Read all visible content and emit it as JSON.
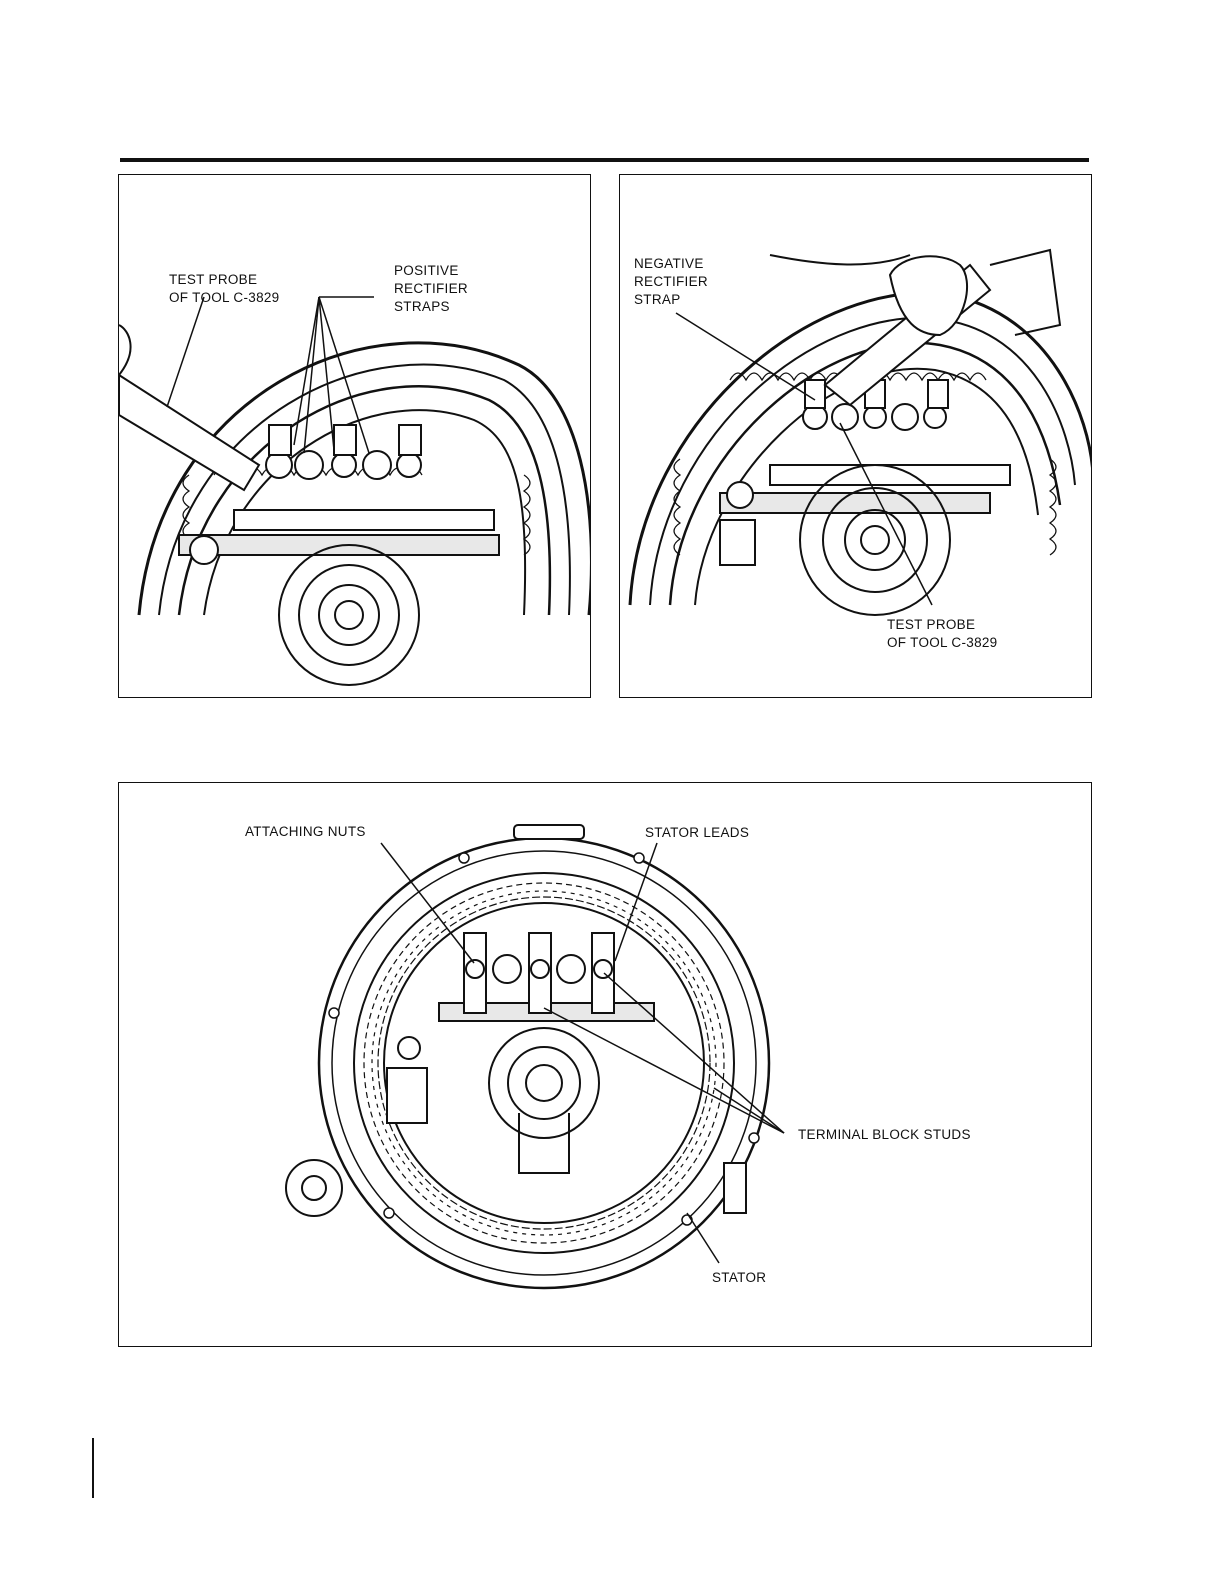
{
  "figures": [
    {
      "id": "positive-rectifier-test",
      "callouts": {
        "test_probe": [
          "TEST PROBE",
          "OF TOOL C-3829"
        ],
        "positive_straps": [
          "POSITIVE",
          "RECTIFIER",
          "STRAPS"
        ]
      }
    },
    {
      "id": "negative-rectifier-test",
      "callouts": {
        "negative_strap": [
          "NEGATIVE",
          "RECTIFIER",
          "STRAP"
        ],
        "test_probe": [
          "TEST PROBE",
          "OF TOOL C-3829"
        ]
      }
    },
    {
      "id": "stator-removal",
      "callouts": {
        "attaching_nuts": "ATTACHING NUTS",
        "stator_leads": "STATOR LEADS",
        "terminal_block_studs": "TERMINAL BLOCK STUDS",
        "stator": "STATOR"
      }
    }
  ],
  "colors": {
    "ink": "#111111",
    "paper": "#ffffff"
  }
}
